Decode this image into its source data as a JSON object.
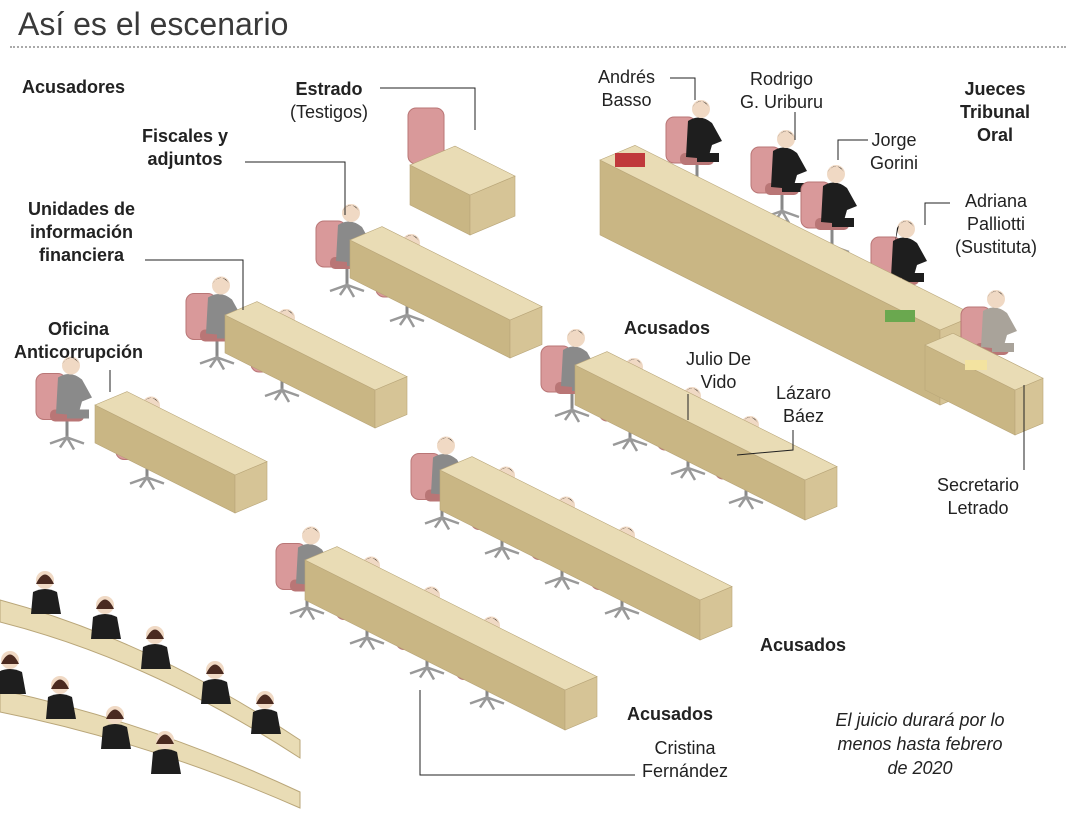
{
  "title": "Así es el escenario",
  "labels": {
    "acusadores": "Acusadores",
    "estrado": "Estrado",
    "testigos": "(Testigos)",
    "fiscales": [
      "Fiscales y",
      "adjuntos"
    ],
    "unidades": [
      "Unidades de",
      "información",
      "financiera"
    ],
    "oficina": [
      "Oficina",
      "Anticorrupción"
    ],
    "basso": [
      "Andrés",
      "Basso"
    ],
    "uriburu": [
      "Rodrigo",
      "G. Uriburu"
    ],
    "jueces": [
      "Jueces",
      "Tribunal",
      "Oral"
    ],
    "gorini": [
      "Jorge",
      "Gorini"
    ],
    "palliotti": [
      "Adriana",
      "Palliotti",
      "(Sustituta)"
    ],
    "acusados_top": "Acusados",
    "devido": [
      "Julio De",
      "Vido"
    ],
    "baez": [
      "Lázaro",
      "Báez"
    ],
    "secretario": [
      "Secretario",
      "Letrado"
    ],
    "acusados_mid": "Acusados",
    "acusados_bottom": "Acusados",
    "cristina": [
      "Cristina",
      "Fernández"
    ]
  },
  "note": [
    "El juicio durará por lo",
    "menos hasta febrero",
    "de 2020"
  ],
  "colors": {
    "desk": "#e9dcb5",
    "desk_side": "#d6c496",
    "desk_front": "#c9b684",
    "chair": "#d9999a",
    "chair_dark": "#b97676",
    "suit": "#8a8a8a",
    "judge": "#1e1e1e",
    "line": "#222222"
  }
}
